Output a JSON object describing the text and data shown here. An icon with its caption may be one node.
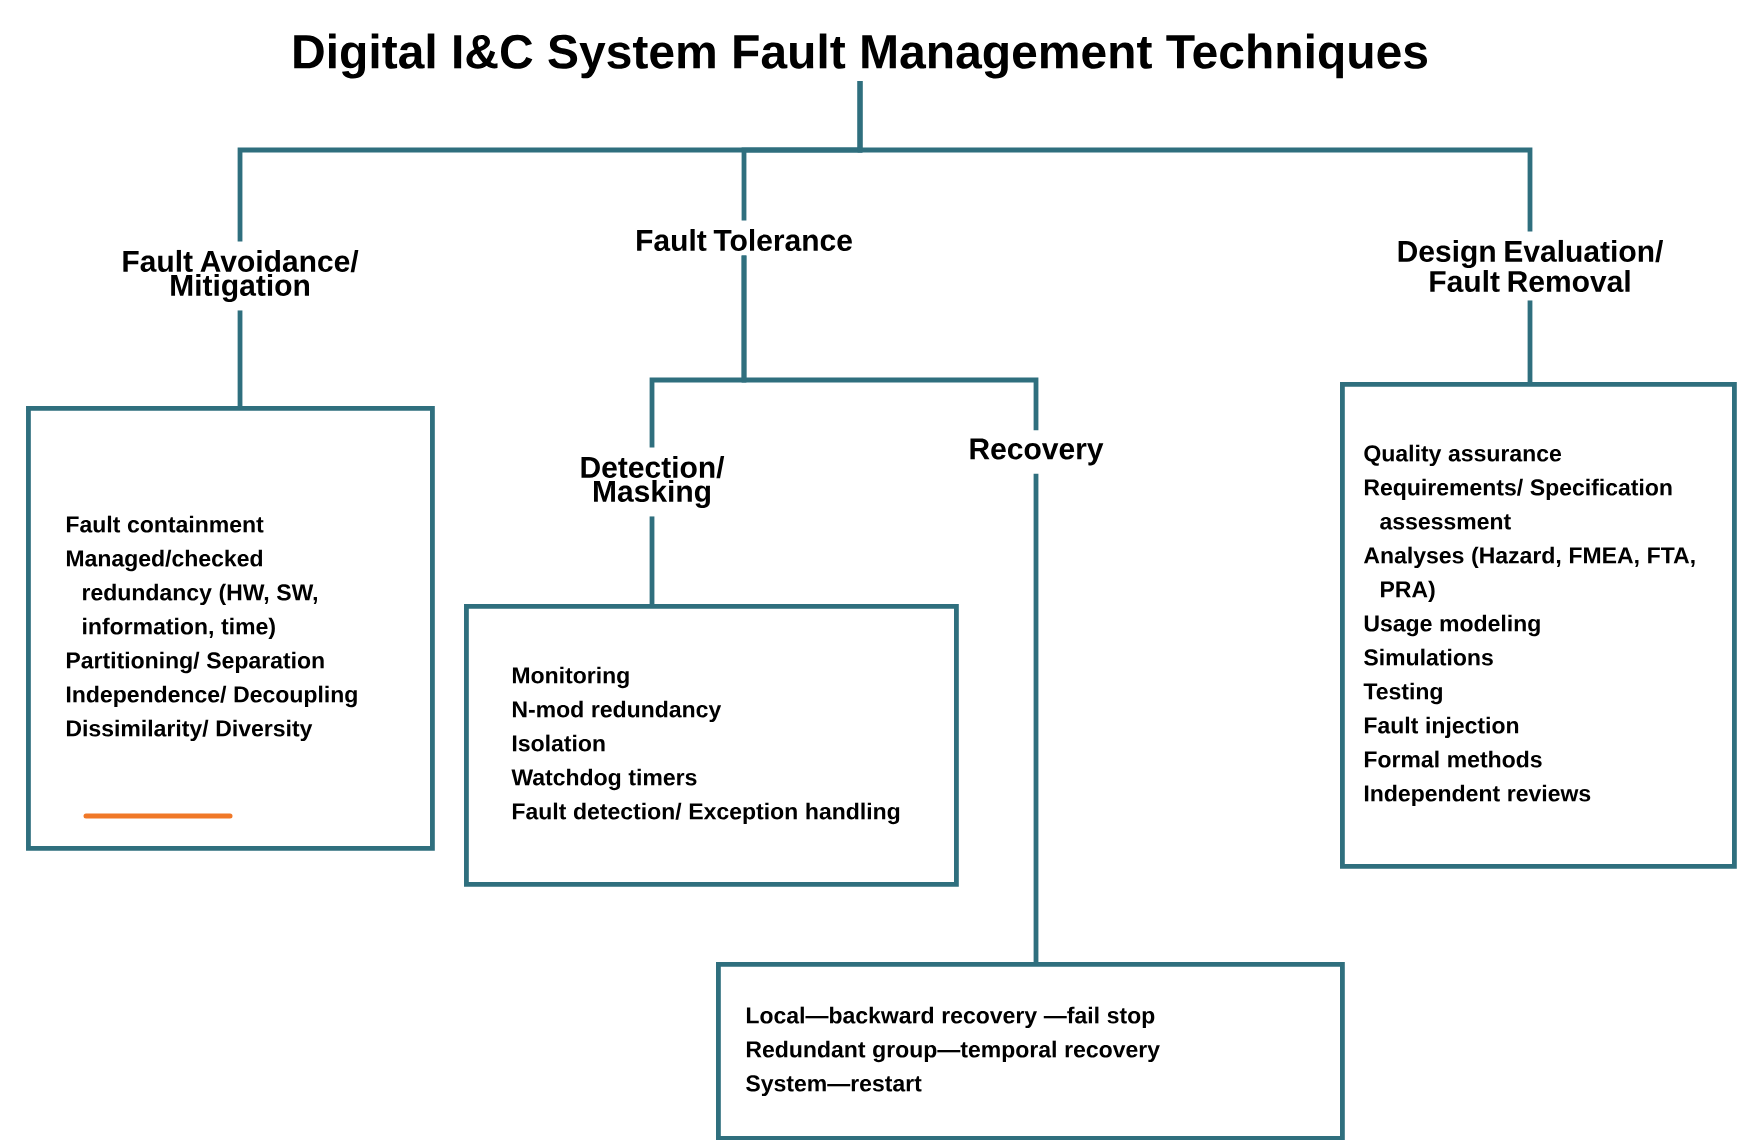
{
  "diagram": {
    "nodes": [
      {
        "text": [
          "Digital I&C System Fault Management Techniques"
        ]
      },
      {
        "text": [
          "Fault Avoidance/ Mitigation"
        ]
      },
      {
        "text": [
          "Fault Tolerance"
        ]
      },
      {
        "text": [
          "Design Evaluation/ Fault Removal"
        ]
      },
      {
        "text": [
          "Fault containment",
          "Managed/checked redundancy (HW, SW, information, time)",
          "Partitioning/ Separation",
          "Independence/ Decoupling",
          "Dissimilarity/ Diversity"
        ]
      },
      {
        "text": [
          "Detection/ Masking"
        ]
      },
      {
        "text": [
          "Recovery"
        ]
      },
      {
        "text": [
          "Monitoring",
          "N-mod redundancy",
          "Isolation",
          "Watchdog timers",
          "Fault detection/ Exception handling"
        ]
      },
      {
        "text": [
          "Quality assurance",
          "Requirements/ Specification assessment",
          "Analyses (Hazard, FMEA, FTA, PRA)",
          "Usage modeling",
          "Simulations",
          "Testing",
          "Fault injection",
          "Formal methods",
          "Independent reviews"
        ]
      },
      {
        "text": [
          "Local—backward recovery —fail stop",
          "Redundant group—temporal recovery",
          "System—restart"
        ]
      }
    ],
    "edges": [
      {
        "from": 0,
        "to": 1,
        "arrow": "none"
      },
      {
        "from": 0,
        "to": 2,
        "arrow": "none"
      },
      {
        "from": 0,
        "to": 3,
        "arrow": "none"
      },
      {
        "from": 1,
        "to": 4,
        "arrow": "none"
      },
      {
        "from": 2,
        "to": 5,
        "arrow": "none"
      },
      {
        "from": 2,
        "to": 6,
        "arrow": "none"
      },
      {
        "from": 5,
        "to": 7,
        "arrow": "none"
      },
      {
        "from": 6,
        "to": 9,
        "arrow": "none"
      },
      {
        "from": 3,
        "to": 8,
        "arrow": "none"
      }
    ]
  }
}
